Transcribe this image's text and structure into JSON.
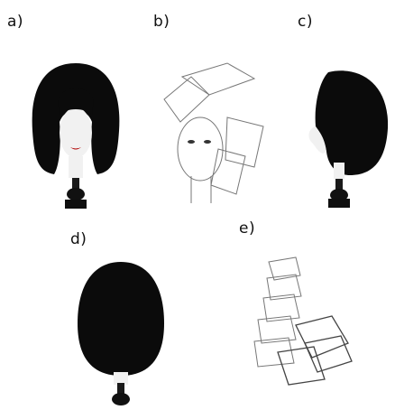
{
  "panels": [
    {
      "label": "a)"
    },
    {
      "label": "b)"
    },
    {
      "label": "c)"
    },
    {
      "label": "d)"
    },
    {
      "label": "e)"
    }
  ],
  "colors": {
    "hair": "#0b0b0b",
    "skin": "#f1f1f1",
    "line": "#777777",
    "lipstick": "#b00000"
  }
}
